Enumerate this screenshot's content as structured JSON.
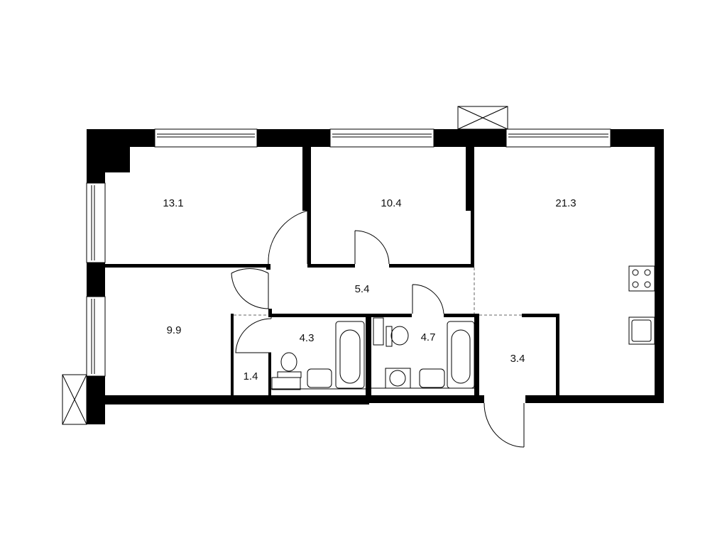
{
  "plan": {
    "rooms": [
      {
        "id": "bedroom-1",
        "area": "13.1"
      },
      {
        "id": "bedroom-2",
        "area": "10.4"
      },
      {
        "id": "kitchen-living",
        "area": "21.3"
      },
      {
        "id": "hall",
        "area": "5.4"
      },
      {
        "id": "bedroom-3",
        "area": "9.9"
      },
      {
        "id": "bathroom-1",
        "area": "4.3"
      },
      {
        "id": "bathroom-2",
        "area": "4.7"
      },
      {
        "id": "entry",
        "area": "3.4"
      },
      {
        "id": "closet",
        "area": "1.4"
      }
    ]
  }
}
